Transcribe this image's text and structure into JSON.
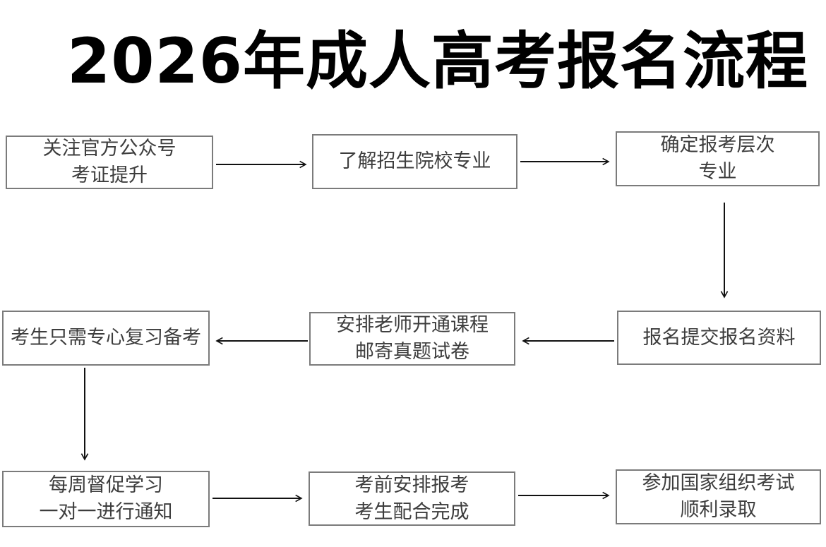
{
  "page": {
    "title": "2026年成人高考报名流程"
  },
  "flow": {
    "nodes": [
      {
        "id": "step-1",
        "lines": [
          "关注官方公众号",
          "考证提升"
        ]
      },
      {
        "id": "step-2",
        "lines": [
          "了解招生院校专业"
        ]
      },
      {
        "id": "step-3",
        "lines": [
          "确定报考层次",
          "专业"
        ]
      },
      {
        "id": "step-4",
        "lines": [
          "报名提交报名资料"
        ]
      },
      {
        "id": "step-5",
        "lines": [
          "安排老师开通课程",
          "邮寄真题试卷"
        ]
      },
      {
        "id": "step-6",
        "lines": [
          "考生只需专心复习备考"
        ]
      },
      {
        "id": "step-7",
        "lines": [
          "每周督促学习",
          "一对一进行通知"
        ]
      },
      {
        "id": "step-8",
        "lines": [
          "考前安排报考",
          "考生配合完成"
        ]
      },
      {
        "id": "step-9",
        "lines": [
          "参加国家组织考试",
          "顺利录取"
        ]
      }
    ],
    "edges": [
      {
        "from": "step-1",
        "to": "step-2",
        "direction": "right"
      },
      {
        "from": "step-2",
        "to": "step-3",
        "direction": "right"
      },
      {
        "from": "step-3",
        "to": "step-4",
        "direction": "down"
      },
      {
        "from": "step-4",
        "to": "step-5",
        "direction": "left"
      },
      {
        "from": "step-5",
        "to": "step-6",
        "direction": "left"
      },
      {
        "from": "step-6",
        "to": "step-7",
        "direction": "down"
      },
      {
        "from": "step-7",
        "to": "step-8",
        "direction": "right"
      },
      {
        "from": "step-8",
        "to": "step-9",
        "direction": "right"
      }
    ]
  },
  "colors": {
    "background": "#ffffff",
    "title_text": "#000000",
    "box_border": "#7b7b7b",
    "box_text": "#3d3d3d",
    "arrow": "#111111"
  }
}
